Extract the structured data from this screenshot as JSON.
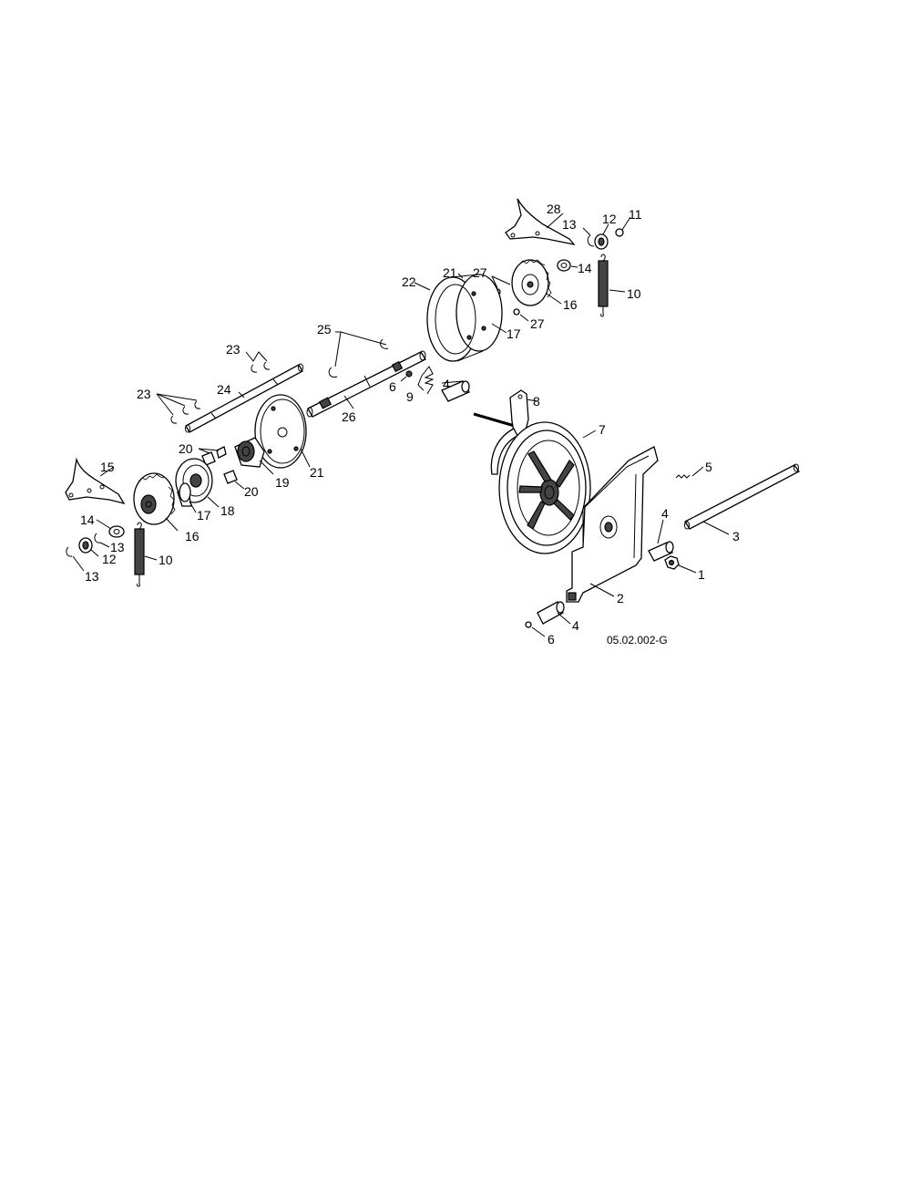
{
  "diagram_code": "05.02.002-G",
  "callouts": {
    "p1": "1",
    "p2": "2",
    "p3": "3",
    "p4a": "4",
    "p4b": "4",
    "p4c": "4",
    "p5": "5",
    "p6a": "6",
    "p6b": "6",
    "p7": "7",
    "p8": "8",
    "p9": "9",
    "p10a": "10",
    "p10b": "10",
    "p11": "11",
    "p12a": "12",
    "p12b": "12",
    "p13a": "13",
    "p13b": "13",
    "p13c": "13",
    "p14a": "14",
    "p14b": "14",
    "p15": "15",
    "p16a": "16",
    "p16b": "16",
    "p17a": "17",
    "p17b": "17",
    "p18": "18",
    "p19": "19",
    "p20a": "20",
    "p20b": "20",
    "p21a": "21",
    "p21b": "21",
    "p22": "22",
    "p23a": "23",
    "p23b": "23",
    "p24": "24",
    "p25": "25",
    "p26": "26",
    "p27a": "27",
    "p27b": "27",
    "p28": "28"
  }
}
